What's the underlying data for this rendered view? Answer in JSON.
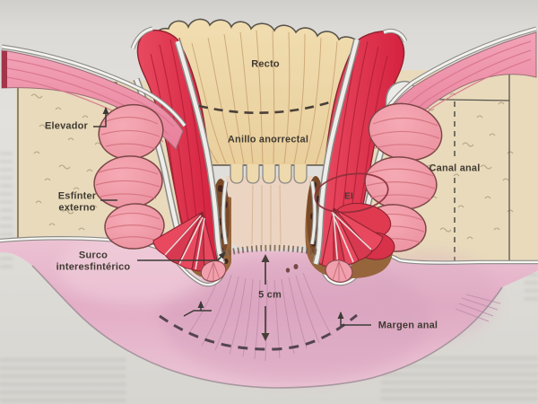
{
  "figure": {
    "title_context": "Anatomía del canal anal",
    "labels": {
      "recto": "Recto",
      "anillo_anorrectal": "Anillo anorrectal",
      "elevador": "Elevador",
      "esfinter_externo": "Esfínter externo",
      "canal_anal": "Canal anal",
      "esfinter_interno_abbr": "EI",
      "surco_interesfinterico": "Surco interesfintérico",
      "medida": "5 cm",
      "margen_anal": "Margen anal"
    },
    "colors": {
      "muscle_red": "#dd2f47",
      "levator_pink": "#ef93a9",
      "sphincter_pink": "#f09aa6",
      "mucosa_cream": "#eed7a8",
      "fat_beige": "#e8dabb",
      "skin_pink": "#e6b3c8",
      "plexus_brown": "#8f5c33",
      "page_grey": "#dcdbd7"
    }
  }
}
